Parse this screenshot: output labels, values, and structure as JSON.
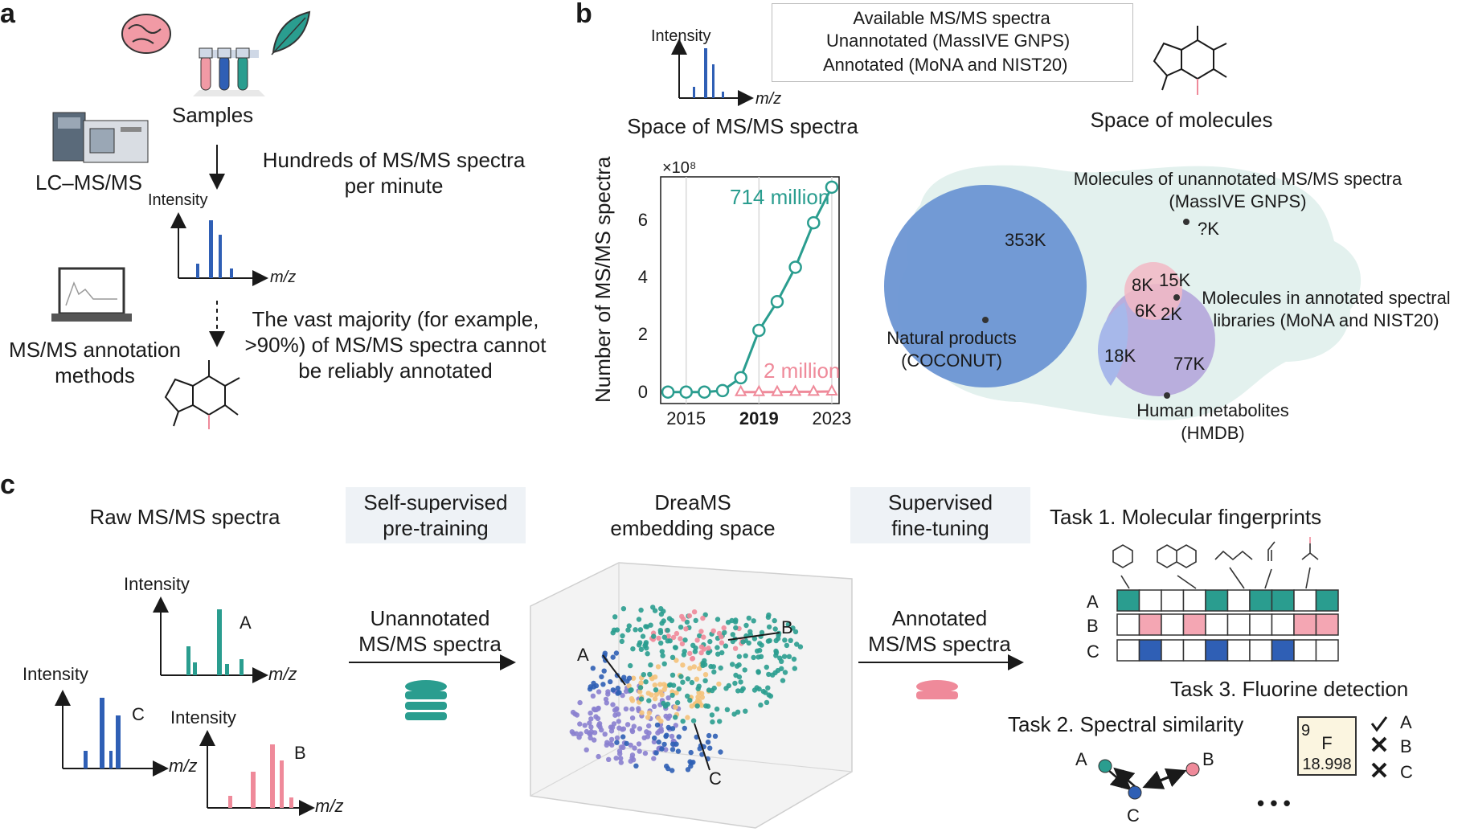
{
  "panel_a": {
    "label": "a",
    "samples": "Samples",
    "lcms": "LC–MS/MS",
    "hundreds_line1": "Hundreds of MS/MS spectra",
    "hundreds_line2": "per minute",
    "intensity": "Intensity",
    "mz": "m/z",
    "annotation_line1": "MS/MS annotation",
    "annotation_line2": "methods",
    "majority_line1": "The vast majority (for example,",
    "majority_line2": ">90%) of MS/MS spectra cannot",
    "majority_line3": "be reliably annotated"
  },
  "panel_b": {
    "label": "b",
    "legend": {
      "title": "Available MS/MS spectra",
      "unannotated": "Unannotated (MassIVE GNPS)",
      "annotated": "Annotated (MoNA and NIST20)"
    },
    "intensity": "Intensity",
    "mz": "m/z",
    "space_spectra": "Space of MS/MS spectra",
    "space_molecules": "Space of molecules",
    "exponent": "×10⁸",
    "venn": {
      "unannotated_title_line1": "Molecules of unannotated MS/MS spectra",
      "unannotated_title_line2": "(MassIVE GNPS)",
      "unknown": "?K",
      "annotated_title_line1": "Molecules in annotated spectral",
      "annotated_title_line2": "libraries (MoNA and NIST20)",
      "coconut_line1": "Natural products",
      "coconut_line2": "(COCONUT)",
      "hmdb_line1": "Human metabolites",
      "hmdb_line2": "(HMDB)",
      "n_353k": "353K",
      "n_8k": "8K",
      "n_15k": "15K",
      "n_6k": "6K",
      "n_2k": "2K",
      "n_18k": "18K",
      "n_77k": "77K"
    }
  },
  "chart_data": {
    "type": "line",
    "ylabel": "Number of MS/MS spectra",
    "y_exponent": "×10⁸",
    "x": [
      2014,
      2015,
      2016,
      2017,
      2018,
      2019,
      2020,
      2021,
      2022,
      2023
    ],
    "xticks": [
      "2015",
      "2019",
      "2023"
    ],
    "yticks": [
      "0",
      "2",
      "4",
      "6"
    ],
    "ylim": [
      -0.4,
      7.5
    ],
    "series": [
      {
        "name": "Unannotated (MassIVE GNPS)",
        "color": "#2a9d8f",
        "marker": "circle",
        "values": [
          0.0,
          0.0,
          0.0,
          0.05,
          0.5,
          2.15,
          3.15,
          4.35,
          5.9,
          7.14
        ]
      },
      {
        "name": "Annotated (MoNA and NIST20)",
        "color": "#ef8a9a",
        "marker": "triangle",
        "values": [
          null,
          null,
          null,
          null,
          0.0,
          0.0,
          0.0,
          0.01,
          0.01,
          0.02
        ]
      }
    ],
    "annotations": [
      "714 million",
      "2 million"
    ]
  },
  "panel_c": {
    "label": "c",
    "raw": "Raw MS/MS spectra",
    "self_sup_line1": "Self-supervised",
    "self_sup_line2": "pre-training",
    "dreams_line1": "DreaMS",
    "dreams_line2": "embedding space",
    "sup_line1": "Supervised",
    "sup_line2": "fine-tuning",
    "unannot_line1": "Unannotated",
    "unannot_line2": "MS/MS spectra",
    "annot_line1": "Annotated",
    "annot_line2": "MS/MS spectra",
    "intensity": "Intensity",
    "mz": "m/z",
    "A": "A",
    "B": "B",
    "C": "C",
    "task1": "Task 1. Molecular fingerprints",
    "task2": "Task 2. Spectral similarity",
    "task3": "Task 3. Fluorine detection",
    "element_number": "9",
    "element_symbol": "F",
    "element_mass": "18.998",
    "ellipsis": "• • •"
  },
  "colors": {
    "teal": "#2a9d8f",
    "blue": "#2f5fb5",
    "pink": "#ef8a9a",
    "purple": "#8a7fcf",
    "orange": "#f4c27a",
    "mint": "#e3f1ee"
  }
}
